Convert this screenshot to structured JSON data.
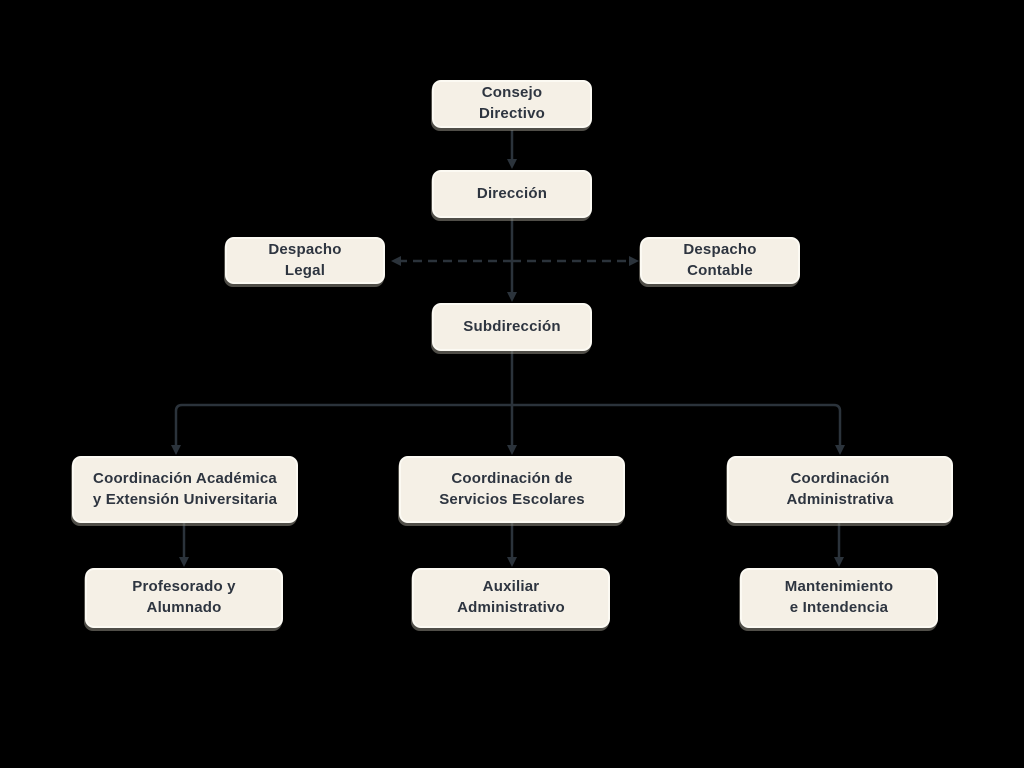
{
  "diagram": {
    "type": "org-chart",
    "colors": {
      "background": "#000000",
      "box_fill": "#f5f0e6",
      "box_border": "#fcfaf3",
      "box_shadow": "#92887f",
      "text": "#2e3540",
      "line": "#2b333b"
    },
    "nodes": {
      "consejo_directivo": {
        "label": "Consejo\nDirectivo"
      },
      "direccion": {
        "label": "Dirección"
      },
      "despacho_legal": {
        "label": "Despacho\nLegal"
      },
      "despacho_contable": {
        "label": "Despacho\nContable"
      },
      "subdireccion": {
        "label": "Subdirección"
      },
      "coordinacion_academica": {
        "label": "Coordinación Académica\ny Extensión Universitaria"
      },
      "coordinacion_servicios": {
        "label": "Coordinación de\nServicios Escolares"
      },
      "coordinacion_administrativa": {
        "label": "Coordinación\nAdministrativa"
      },
      "profesorado": {
        "label": "Profesorado y\nAlumnado"
      },
      "auxiliar": {
        "label": "Auxiliar\nAdministrativo"
      },
      "mantenimiento": {
        "label": "Mantenimiento\ne Intendencia"
      }
    },
    "edges": [
      {
        "from": "consejo_directivo",
        "to": "direccion",
        "style": "solid-arrow"
      },
      {
        "from": "direccion",
        "to": "despacho_legal",
        "style": "dashed-arrow"
      },
      {
        "from": "direccion",
        "to": "despacho_contable",
        "style": "dashed-arrow"
      },
      {
        "from": "direccion",
        "to": "subdireccion",
        "style": "solid-arrow"
      },
      {
        "from": "subdireccion",
        "to": "coordinacion_academica",
        "style": "solid-arrow"
      },
      {
        "from": "subdireccion",
        "to": "coordinacion_servicios",
        "style": "solid-arrow"
      },
      {
        "from": "subdireccion",
        "to": "coordinacion_administrativa",
        "style": "solid-arrow"
      },
      {
        "from": "coordinacion_academica",
        "to": "profesorado",
        "style": "solid-arrow"
      },
      {
        "from": "coordinacion_servicios",
        "to": "auxiliar",
        "style": "solid-arrow"
      },
      {
        "from": "coordinacion_administrativa",
        "to": "mantenimiento",
        "style": "solid-arrow"
      }
    ]
  }
}
